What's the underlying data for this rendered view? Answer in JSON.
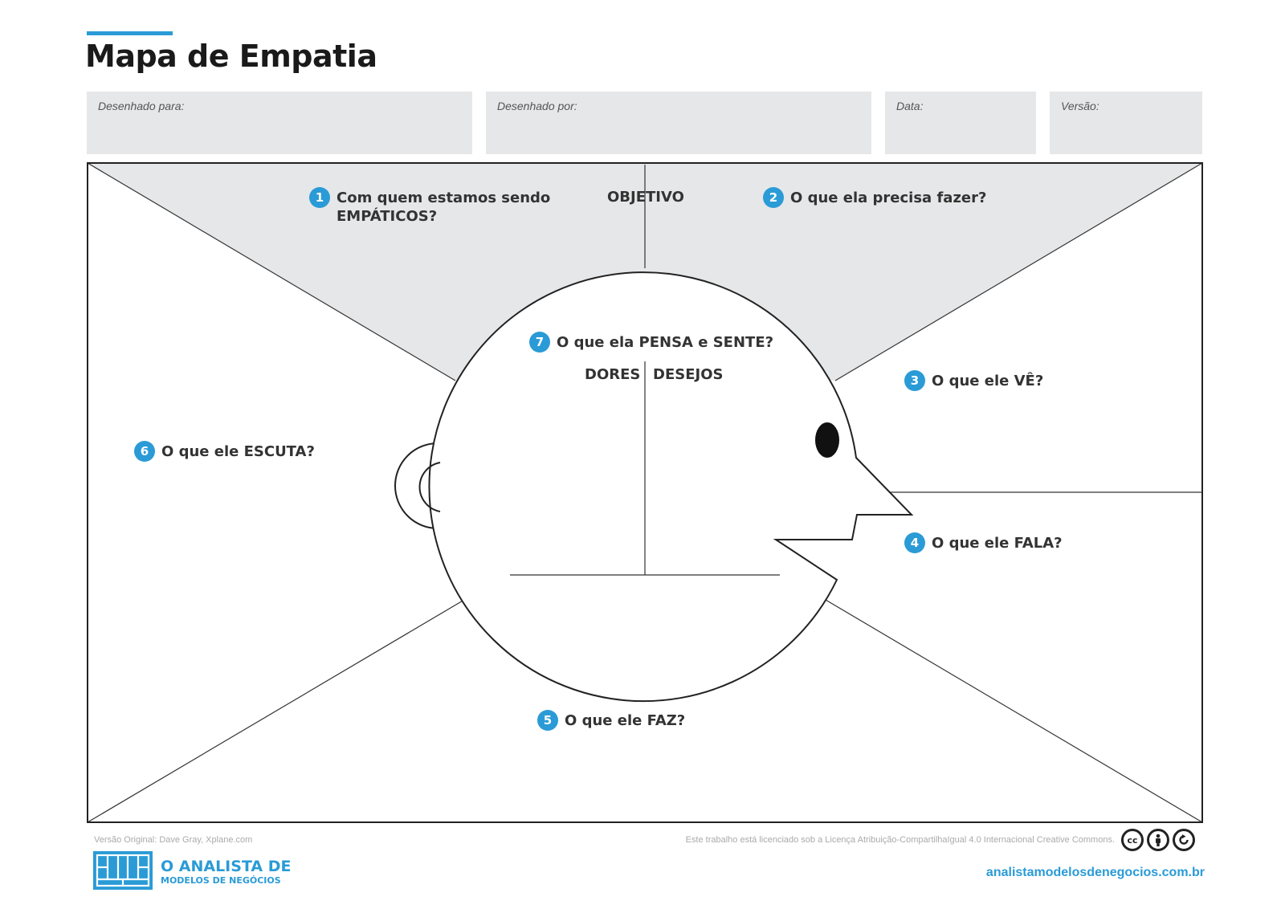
{
  "header": {
    "title": "Mapa de Empatia",
    "fields": {
      "designed_for": "Desenhado para:",
      "designed_by": "Desenhado por:",
      "date": "Data:",
      "version": "Versão:"
    }
  },
  "map": {
    "objective": "OBJETIVO",
    "q1": {
      "number": "1",
      "line1": "Com quem estamos sendo",
      "line2": "EMPÁTICOS?"
    },
    "q2": {
      "number": "2",
      "text": "O que ela precisa fazer?"
    },
    "q3": {
      "number": "3",
      "text": "O que ele VÊ?"
    },
    "q4": {
      "number": "4",
      "text": "O que ele FALA?"
    },
    "q5": {
      "number": "5",
      "text": "O que ele FAZ?"
    },
    "q6": {
      "number": "6",
      "text": "O que ele ESCUTA?"
    },
    "q7": {
      "number": "7",
      "text": "O que ela PENSA e SENTE?"
    },
    "pains": "DORES",
    "desires": "DESEJOS"
  },
  "footer": {
    "original_credit": "Versão Original: Dave Gray, Xplane.com",
    "license": "Este trabalho está licenciado sob a Licença Atribuição-CompartilhaIgual 4.0 Internacional Creative Commons.",
    "brand_line1": "O ANALISTA DE",
    "brand_line2": "MODELOS DE NEGÓCIOS",
    "website": "analistamodelosdenegocios.com.br",
    "cc_icons": [
      "cc-icon",
      "by-icon",
      "sa-icon"
    ]
  },
  "colors": {
    "accent": "#2a9bd6",
    "shade": "#e6e7e8",
    "ink": "#222222"
  }
}
